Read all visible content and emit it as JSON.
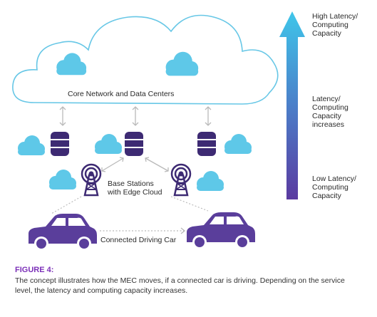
{
  "diagram": {
    "core_label": "Core Network and Data Centers",
    "base_station_label_line1": "Base Stations",
    "base_station_label_line2": "with Edge Cloud",
    "car_label": "Connected Driving Car",
    "arrow_labels": {
      "top": [
        "High Latency/",
        "Computing",
        "Capacity"
      ],
      "middle": [
        "Latency/",
        "Computing",
        "Capacity",
        "increases"
      ],
      "bottom": [
        "Low Latency/",
        "Computing",
        "Capacity"
      ]
    },
    "colors": {
      "cloud_blue": "#5ec8e8",
      "server_purple": "#3d2a73",
      "car_purple": "#5a3e9b",
      "caption_title": "#7b2fb8",
      "arrow_top": "#3fc6ea",
      "arrow_bottom": "#5a3aa0"
    }
  },
  "caption": {
    "title": "FIGURE 4:",
    "body": "The concept illustrates how the MEC moves, if a connected car is driving. Depending on the service level, the latency and computing capacity increases."
  }
}
